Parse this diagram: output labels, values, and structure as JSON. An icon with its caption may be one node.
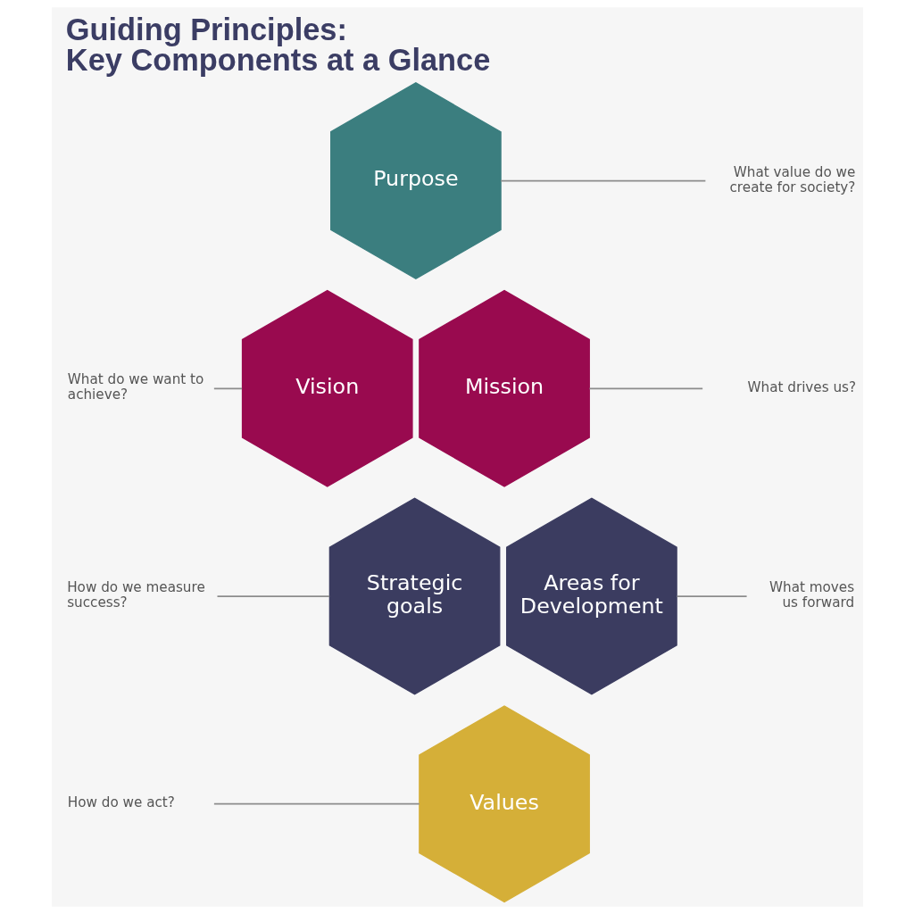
{
  "diagram": {
    "title": "Guiding Principles: Key Components at a Glance",
    "nodes": [
      {
        "text": [
          "Purpose"
        ]
      },
      {
        "text": [
          "What value do we create for society?"
        ]
      },
      {
        "text": [
          "What do we want to achieve?"
        ]
      },
      {
        "text": [
          "Vision"
        ]
      },
      {
        "text": [
          "Mission"
        ]
      },
      {
        "text": [
          "What drives us?"
        ]
      },
      {
        "text": [
          "How do we measure success?"
        ]
      },
      {
        "text": [
          "Strategic goals"
        ]
      },
      {
        "text": [
          "Areas for Development"
        ]
      },
      {
        "text": [
          "What moves us forward"
        ]
      },
      {
        "text": [
          "How do we act?"
        ]
      },
      {
        "text": [
          "Values"
        ]
      }
    ],
    "edges": [
      {
        "from": 1,
        "to": 0,
        "arrow": "none"
      },
      {
        "from": 2,
        "to": 3,
        "arrow": "none"
      },
      {
        "from": 5,
        "to": 4,
        "arrow": "none"
      },
      {
        "from": 6,
        "to": 7,
        "arrow": "none"
      },
      {
        "from": 9,
        "to": 8,
        "arrow": "none"
      },
      {
        "from": 10,
        "to": 11,
        "arrow": "none"
      }
    ]
  }
}
